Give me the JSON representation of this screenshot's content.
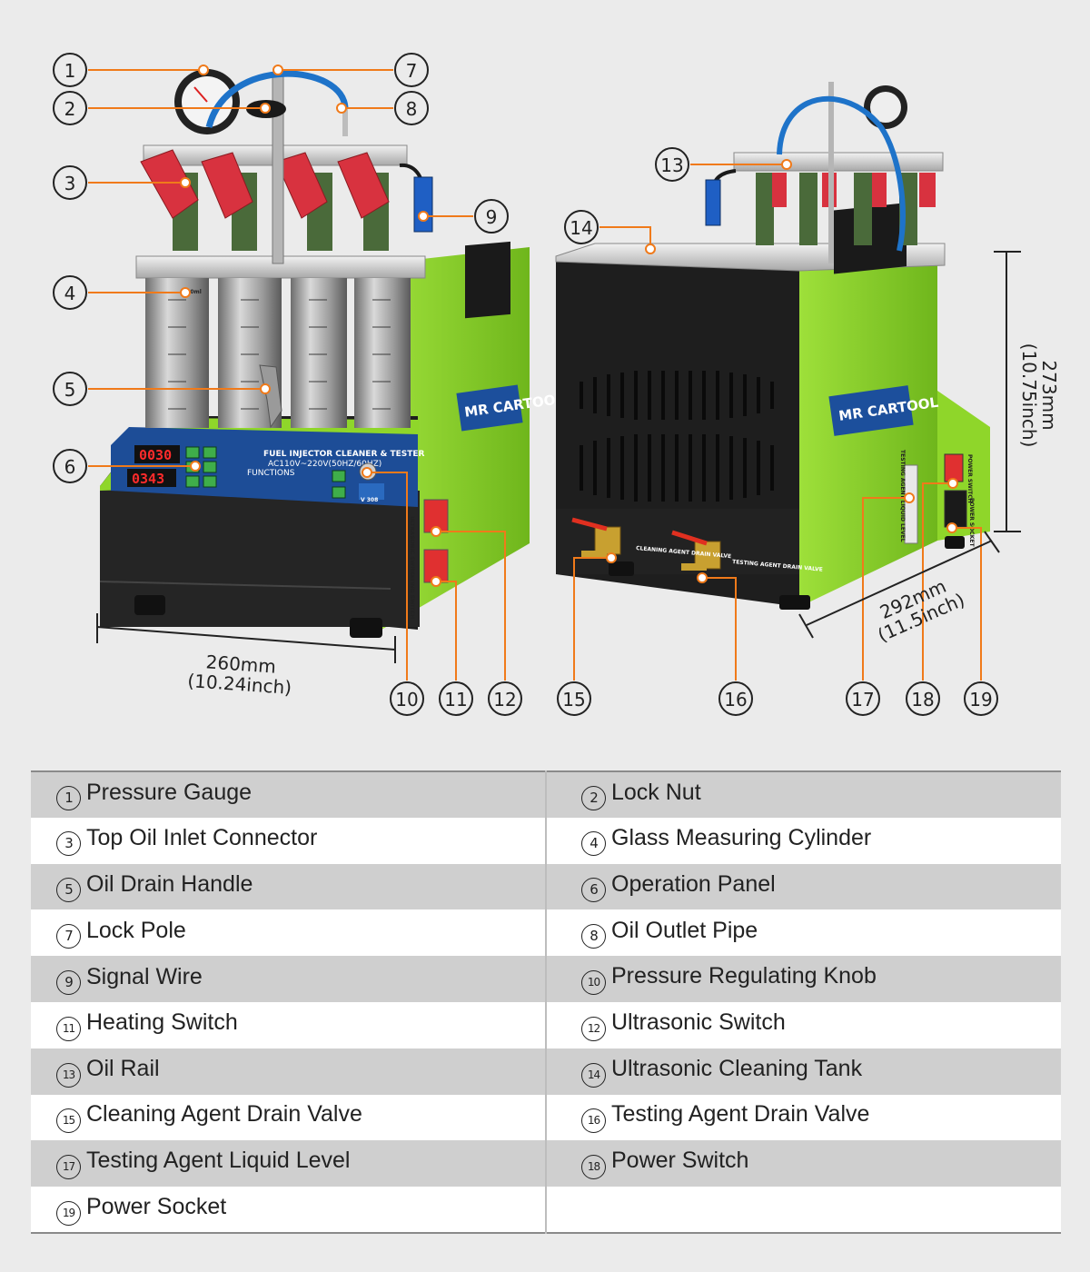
{
  "brand": "MR CARTOOL",
  "colors": {
    "accent": "#f07a1a",
    "body_green": "#8fd62a",
    "dark_body": "#1e1e1e",
    "led_red": "#ff2b2b",
    "panel_blue": "#1c4f9c"
  },
  "dimensions": {
    "width_mm": "260mm",
    "width_inch": "(10.24inch)",
    "depth_mm": "292mm",
    "depth_inch": "(11.5inch)",
    "height_mm": "273mm",
    "height_inch": "(10.75inch)"
  },
  "device_labels": {
    "front_title": "FUEL INJECTOR CLEANER & TESTER",
    "front_voltage": "AC110V~220V(50HZ/60HZ)",
    "functions": "FUNCTIONS",
    "led_top": "0030",
    "led_bottom": "0343",
    "model": "V 308",
    "heating_switch_label": "HEATING SWITCH",
    "ultrasonic_switch_label": "ULTRASONIC SWITCH",
    "cleaning_agent_valve_label": "CLEANING AGENT DRAIN VALVE",
    "testing_agent_valve_label": "TESTING AGENT DRAIN VALVE",
    "power_switch_label": "POWER SWITCH",
    "power_socket_label": "POWER SOCKET",
    "liquid_level_label": "TESTING AGENT LIQUID LEVEL",
    "cylinder_unit": "100ml"
  },
  "callouts": [
    {
      "num": "1"
    },
    {
      "num": "2"
    },
    {
      "num": "3"
    },
    {
      "num": "4"
    },
    {
      "num": "5"
    },
    {
      "num": "6"
    },
    {
      "num": "7"
    },
    {
      "num": "8"
    },
    {
      "num": "9"
    },
    {
      "num": "10"
    },
    {
      "num": "11"
    },
    {
      "num": "12"
    },
    {
      "num": "13"
    },
    {
      "num": "14"
    },
    {
      "num": "15"
    },
    {
      "num": "16"
    },
    {
      "num": "17"
    },
    {
      "num": "18"
    },
    {
      "num": "19"
    }
  ],
  "parts_table": {
    "rows": [
      [
        {
          "num": "1",
          "label": "Pressure Gauge"
        },
        {
          "num": "2",
          "label": "Lock Nut"
        }
      ],
      [
        {
          "num": "3",
          "label": "Top Oil Inlet Connector"
        },
        {
          "num": "4",
          "label": "Glass Measuring Cylinder"
        }
      ],
      [
        {
          "num": "5",
          "label": "Oil Drain Handle"
        },
        {
          "num": "6",
          "label": "Operation Panel"
        }
      ],
      [
        {
          "num": "7",
          "label": "Lock Pole"
        },
        {
          "num": "8",
          "label": "Oil Outlet Pipe"
        }
      ],
      [
        {
          "num": "9",
          "label": "Signal Wire"
        },
        {
          "num": "10",
          "label": "Pressure Regulating Knob"
        }
      ],
      [
        {
          "num": "11",
          "label": "Heating Switch"
        },
        {
          "num": "12",
          "label": "Ultrasonic Switch"
        }
      ],
      [
        {
          "num": "13",
          "label": "Oil Rail"
        },
        {
          "num": "14",
          "label": "Ultrasonic Cleaning Tank"
        }
      ],
      [
        {
          "num": "15",
          "label": "Cleaning Agent Drain Valve"
        },
        {
          "num": "16",
          "label": "Testing Agent Drain Valve"
        }
      ],
      [
        {
          "num": "17",
          "label": "Testing Agent Liquid Level"
        },
        {
          "num": "18",
          "label": "Power Switch"
        }
      ],
      [
        {
          "num": "19",
          "label": "Power Socket"
        },
        {
          "num": "",
          "label": ""
        }
      ]
    ]
  }
}
